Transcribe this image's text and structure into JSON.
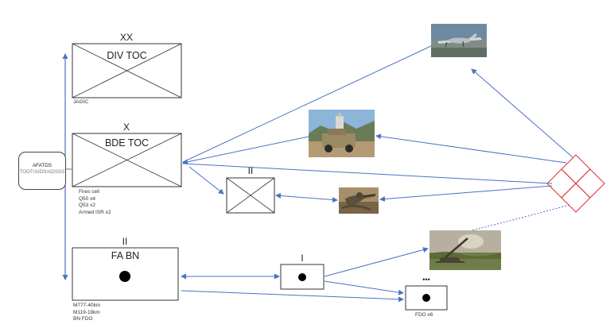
{
  "div_toc": {
    "echelon": "XX",
    "name": "DIV TOC",
    "note": "JAGIC"
  },
  "bde_toc": {
    "echelon": "X",
    "name": "BDE TOC",
    "notes": "Fires cell\nQ50 x4\nQ53 x2\nArmed ISR x2"
  },
  "afatds": {
    "line1": "AFATDS",
    "line2": "TOOT/AIDS/ADSSS"
  },
  "bn_cell": {
    "echelon": "II"
  },
  "fa_bn": {
    "echelon": "II",
    "name": "FA BN",
    "notes": "M777-40km\nM119-19km\nBN FDO"
  },
  "battery": {
    "echelon": "I"
  },
  "platoon": {
    "echelon": "•••",
    "note": "FDO x6"
  },
  "colors": {
    "link": "#4a72c4",
    "sensor_grid": "#e03030",
    "box_border": "#333333"
  },
  "icons": [
    "uav-photo",
    "radar-vehicle-photo",
    "observer-photo",
    "howitzer-photo",
    "sensor-grid-icon"
  ]
}
